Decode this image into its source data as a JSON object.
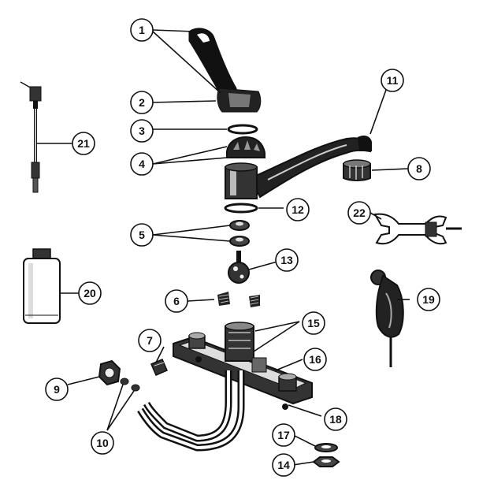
{
  "callouts": [
    "1",
    "2",
    "3",
    "4",
    "5",
    "6",
    "7",
    "8",
    "9",
    "10",
    "11",
    "12",
    "13",
    "14",
    "15",
    "16",
    "17",
    "18",
    "19",
    "20",
    "21",
    "22"
  ],
  "colors": {
    "ink": "#111111",
    "paper": "#ffffff"
  }
}
